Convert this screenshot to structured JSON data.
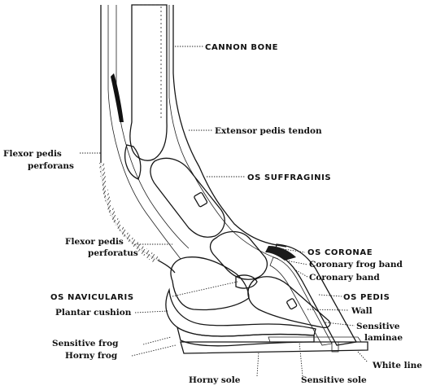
{
  "labels": {
    "cannon_bone": "CANNON BONE",
    "extensor_pedis_tendon": "Extensor pedis tendon",
    "flexor_perforans_line1": "Flexor pedis",
    "flexor_perforans_line2": "perforans",
    "os_suffraginis": "OS SUFFRAGINIS",
    "flexor_perforatus_line1": "Flexor pedis",
    "flexor_perforatus_line2": "perforatus",
    "os_coronae": "OS CORONAE",
    "coronary_frog_band": "Coronary frog band",
    "coronary_band": "Coronary band",
    "os_navicularis": "OS NAVICULARIS",
    "os_pedis": "OS PEDIS",
    "plantar_cushion": "Plantar cushion",
    "wall": "Wall",
    "sensitive_laminae_line1": "Sensitive",
    "sensitive_laminae_line2": "laminae",
    "sensitive_frog": "Sensitive frog",
    "horny_frog": "Horny frog",
    "white_line": "White line",
    "horny_sole": "Horny sole",
    "sensitive_sole": "Sensitive sole"
  }
}
